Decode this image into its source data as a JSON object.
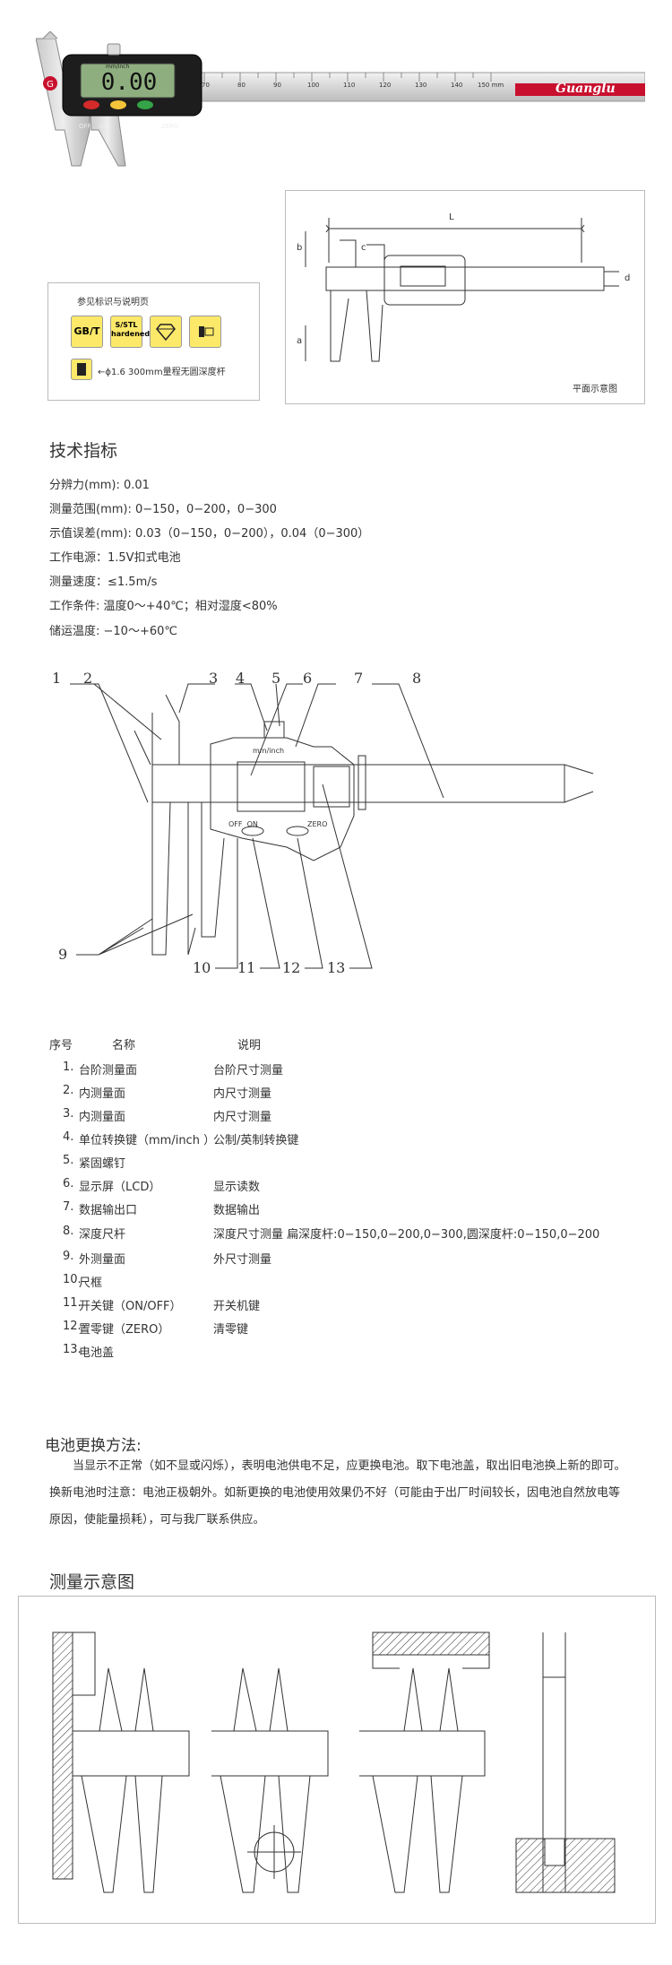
{
  "brand": {
    "logo_text": "Guanglu"
  },
  "caliper_photo": {
    "display_value": "0.00",
    "scale_numbers": [
      "70",
      "80",
      "90",
      "100",
      "110",
      "120",
      "130",
      "140",
      "150 mm"
    ],
    "off_label": "OFF",
    "on_label": "ON",
    "zero_label": "ZERO",
    "mode_label": "mm/inch"
  },
  "legend_box": {
    "title": "参见标识与说明页",
    "badges": [
      "GB/T",
      "S/STL\nhardened"
    ],
    "depth_note": "←ϕ1.6  300mm量程无圆深度杆"
  },
  "schematic": {
    "caption": "平面示意图",
    "dim_labels": [
      "L",
      "b",
      "c",
      "a",
      "d"
    ]
  },
  "specs": {
    "title": "技术指标",
    "rows": [
      "分辨力(mm):    0.01",
      "测量范围(mm):   0−150，0−200，0−300",
      "示值误差(mm):  0.03（0−150，0−200），0.04（0−300）",
      "工作电源：1.5V扣式电池",
      "测量速度：≤1.5m/s",
      "工作条件: 温度0～+40℃；相对湿度<80%",
      "储运温度: −10～+60℃"
    ]
  },
  "parts_diagram": {
    "numbers": [
      "1",
      "2",
      "3",
      "4",
      "5",
      "6",
      "7",
      "8",
      "9",
      "10",
      "11",
      "12",
      "13"
    ],
    "unit_label": "mm/inch",
    "off_on_label": "OFF  ON",
    "zero_label": "ZERO"
  },
  "parts_table": {
    "headers": [
      "序号",
      "名称",
      "说明"
    ],
    "rows": [
      {
        "no": "1.",
        "name": "台阶测量面",
        "desc": "台阶尺寸测量"
      },
      {
        "no": "2.",
        "name": "内测量面",
        "desc": "内尺寸测量"
      },
      {
        "no": "3.",
        "name": "内测量面",
        "desc": "内尺寸测量"
      },
      {
        "no": "4.",
        "name": "单位转换键（mm/inch ）",
        "desc": "公制/英制转换键"
      },
      {
        "no": "5.",
        "name": "紧固螺钉",
        "desc": ""
      },
      {
        "no": "6.",
        "name": "显示屏（LCD）",
        "desc": "显示读数"
      },
      {
        "no": "7.",
        "name": "数据输出口",
        "desc": "数据输出"
      },
      {
        "no": "8.",
        "name": "深度尺杆",
        "desc": "深度尺寸测量  扁深度杆:0−150,0−200,0−300,圆深度杆:0−150,0−200"
      },
      {
        "no": "9.",
        "name": "外测量面",
        "desc": "外尺寸测量"
      },
      {
        "no": "10.",
        "name": "尺框",
        "desc": ""
      },
      {
        "no": "11.",
        "name": "开关键（ON/OFF）",
        "desc": "开关机键"
      },
      {
        "no": "12.",
        "name": "置零键（ZERO）",
        "desc": "清零键"
      },
      {
        "no": "13.",
        "name": "电池盖",
        "desc": ""
      }
    ]
  },
  "battery": {
    "title": "电池更换方法:",
    "lines": [
      "当显示不正常（如不显或闪烁），表明电池供电不足，应更换电池。取下电池盖，取出旧电池换上新的即可。",
      "换新电池时注意：电池正极朝外。如新更换的电池使用效果仍不好（可能由于出厂时间较长，因电池自然放电等",
      "原因，使能量损耗），可与我厂联系供应。"
    ]
  },
  "measure": {
    "title": "测量示意图"
  }
}
